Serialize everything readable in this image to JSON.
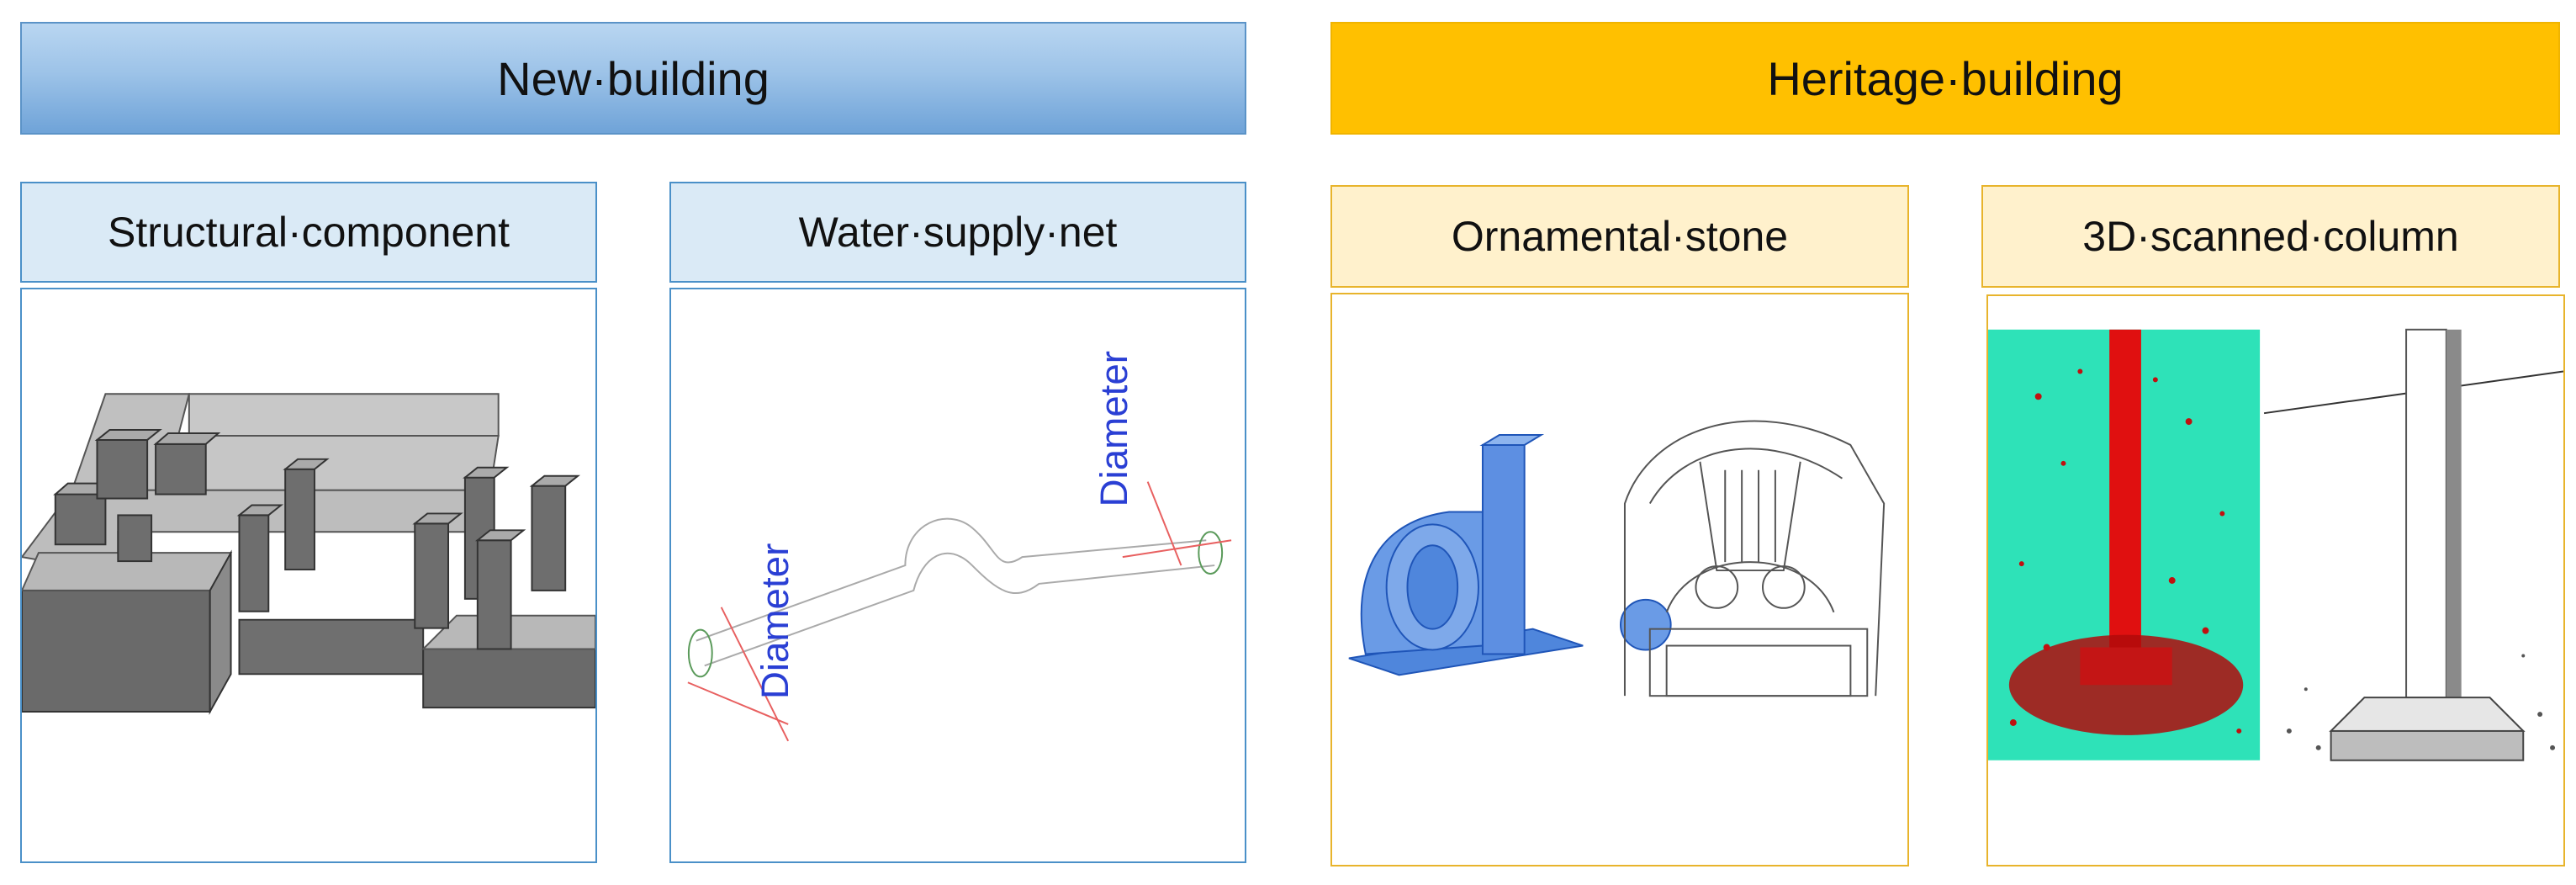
{
  "headers": {
    "new_building": "New·building",
    "heritage_building": "Heritage·building"
  },
  "panels": {
    "structural": {
      "label": "Structural·component"
    },
    "water": {
      "label": "Water·supply·net",
      "dimension_label": "Diameter"
    },
    "ornamental": {
      "label": "Ornamental·stone"
    },
    "scanned": {
      "label": "3D·scanned·column"
    }
  },
  "colors": {
    "new_header": "#9dc3e8",
    "heritage_header": "#ffc000",
    "blue_border": "#4a90c8",
    "yellow_border": "#e8b42c"
  }
}
